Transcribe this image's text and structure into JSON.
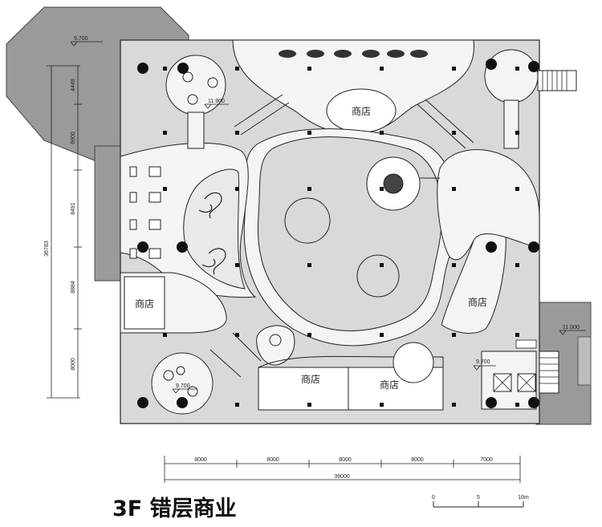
{
  "title": "3F 错层商业",
  "shops": [
    {
      "label": "商店"
    },
    {
      "label": "商店"
    },
    {
      "label": "商店"
    },
    {
      "label": "商店"
    },
    {
      "label": "商店"
    }
  ],
  "elevations": [
    "9.700",
    "11.900",
    "9.700",
    "11.000",
    "9.700"
  ],
  "vertical_dimensions": {
    "total": "36783",
    "segments": [
      "4448",
      "6900",
      "8491",
      "8884",
      "8000"
    ]
  },
  "horizontal_dimensions": {
    "total": "39000",
    "segments": [
      "8000",
      "8000",
      "8000",
      "8000",
      "7000"
    ]
  },
  "scale_bar": [
    "0",
    "5",
    "10m"
  ]
}
